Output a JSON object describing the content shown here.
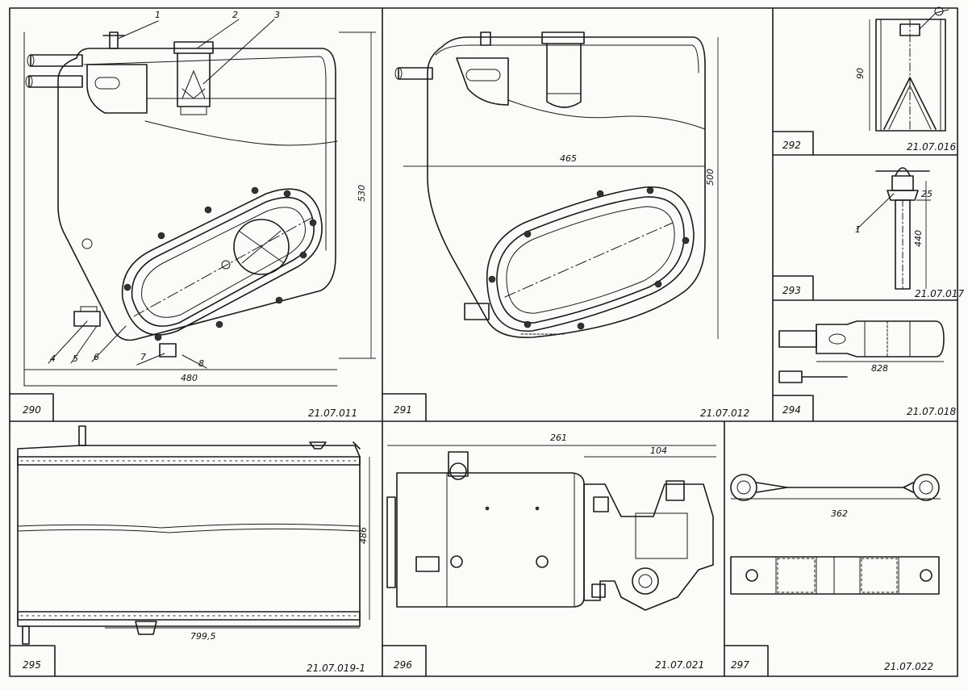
{
  "panels": [
    {
      "number": "290",
      "code": "21.07.011",
      "dimensions": {
        "height": "530",
        "width": "480"
      },
      "callouts": [
        "1",
        "2",
        "3",
        "4",
        "5",
        "6",
        "7",
        "8"
      ]
    },
    {
      "number": "291",
      "code": "21.07.012",
      "dimensions": {
        "height": "500",
        "width": "465"
      }
    },
    {
      "number": "292",
      "code": "21.07.016",
      "dimensions": {
        "height": "90"
      }
    },
    {
      "number": "293",
      "code": "21.07.017",
      "dimensions": {
        "top": "25",
        "length": "440"
      },
      "callouts": [
        "1"
      ]
    },
    {
      "number": "294",
      "code": "21.07.018",
      "dimensions": {
        "length": "828"
      }
    },
    {
      "number": "295",
      "code": "21.07.019-1",
      "dimensions": {
        "height": "486",
        "width": "799,5"
      }
    },
    {
      "number": "296",
      "code": "21.07.021",
      "dimensions": {
        "overall": "261",
        "part": "104"
      }
    },
    {
      "number": "297",
      "code": "21.07.022",
      "dimensions": {
        "length": "362"
      }
    }
  ]
}
